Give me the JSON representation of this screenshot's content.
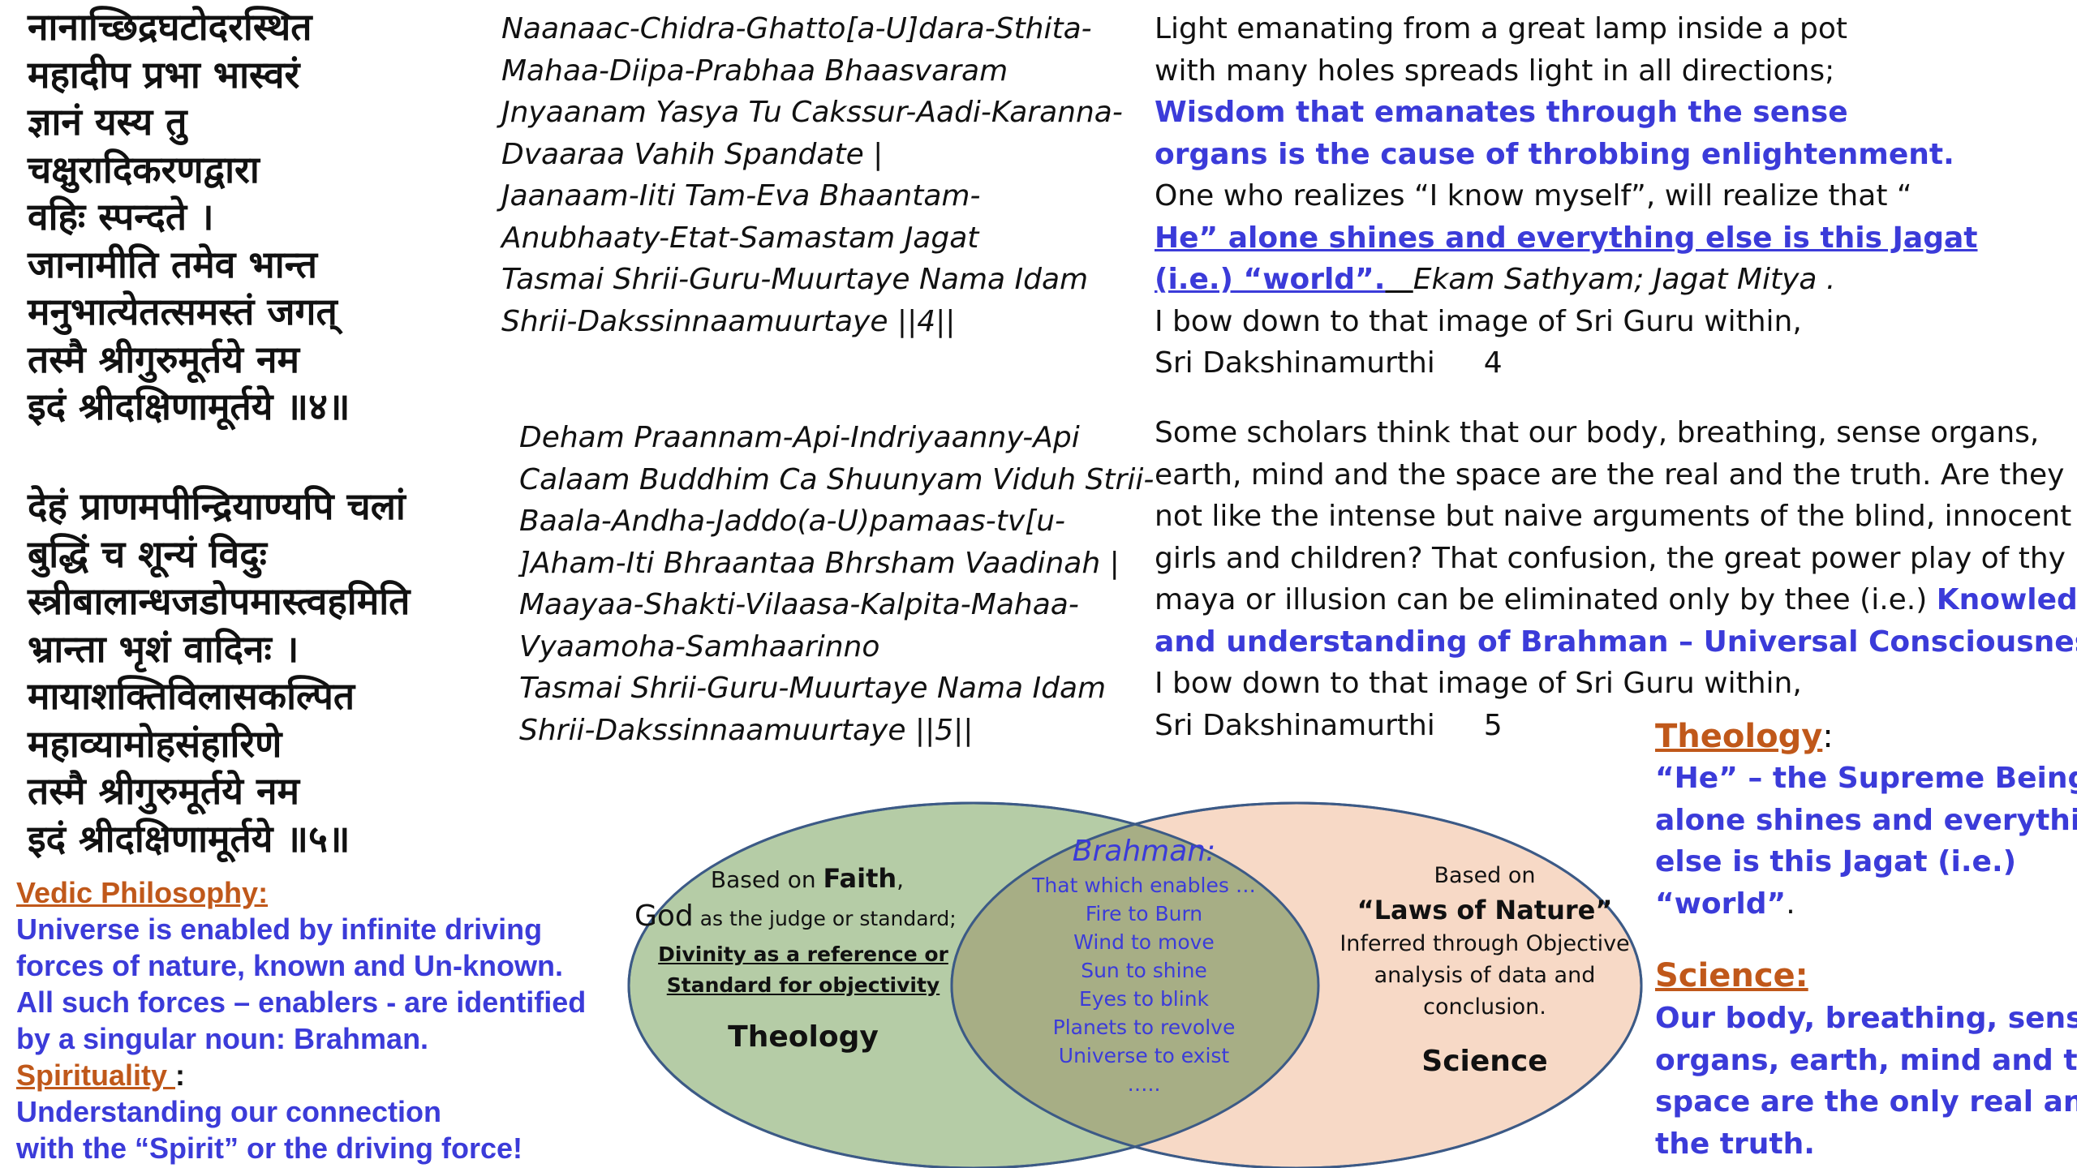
{
  "verse4": {
    "sanskrit": [
      "नानाच्छिद्रघटोदरस्थित",
      "महादीप प्रभा भास्वरं",
      "ज्ञानं यस्य तु",
      "चक्षुरादिकरणद्वारा",
      "वहिः स्पन्दते ।",
      "जानामीति तमेव भान्त",
      "मनुभात्येतत्समस्तं जगत्",
      "तस्मै श्रीगुरुमूर्तये नम",
      "इदं श्रीदक्षिणामूर्तये ॥४॥"
    ],
    "transliteration": [
      "Naanaac-Chidra-Ghatto[a-U]dara-Sthita-",
      "Mahaa-Diipa-Prabhaa Bhaasvaram",
      "Jnyaanam Yasya Tu Cakssur-Aadi-Karanna-",
      "Dvaaraa Vahih Spandate |",
      "Jaanaam-Iiti Tam-Eva Bhaantam-",
      "Anubhaaty-Etat-Samastam Jagat",
      "Tasmai Shrii-Guru-Muurtaye Nama Idam",
      "Shrii-Dakssinnaamuurtaye ||4||"
    ],
    "english": {
      "line1": "Light emanating from a great lamp inside a pot",
      "line2": "with many holes spreads light in all directions;",
      "bold1": "Wisdom that emanates through the sense",
      "bold2": "organs is the cause of throbbing enlightenment.",
      "line5": "One who realizes “I know myself”, will realize that “",
      "link1": "He” alone shines and everything else is this Jagat",
      "link2": "(i.e.) “world”.",
      "italic": "Ekam Sathyam; Jagat Mitya .",
      "bow": "I bow down to that image of Sri Guru within,",
      "sig": "Sri Dakshinamurthi",
      "num": "4"
    }
  },
  "verse5": {
    "sanskrit": [
      "देहं प्राणमपीन्द्रियाण्यपि चलां",
      "बुद्धिं च शून्यं विदुः",
      "स्त्रीबालान्धजडोपमास्त्वहमिति",
      "भ्रान्ता भृशं वादिनः ।",
      "मायाशक्तिविलासकल्पित",
      "महाव्यामोहसंहारिणे",
      "तस्मै श्रीगुरुमूर्तये नम",
      "इदं श्रीदक्षिणामूर्तये ॥५॥"
    ],
    "transliteration": [
      "Deham Praannam-Api-Indriyaanny-Api",
      "Calaam Buddhim Ca Shuunyam Viduh Strii-",
      "Baala-Andha-Jaddo(a-U)pamaas-tv[u-",
      "]Aham-Iti Bhraantaa Bhrsham Vaadinah |",
      "Maayaa-Shakti-Vilaasa-Kalpita-Mahaa-",
      "Vyaamoha-Samhaarinno",
      "Tasmai Shrii-Guru-Muurtaye Nama Idam",
      "Shrii-Dakssinnaamuurtaye ||5||"
    ],
    "english": {
      "lines": [
        "Some scholars think that our body, breathing, sense organs,",
        "earth, mind and the space are the real and the truth. Are they",
        "not like the intense but naive arguments of the blind, innocent",
        "girls and children? That confusion, the great power play of thy"
      ],
      "line5": "maya or illusion can be eliminated only by thee (i.e.)",
      "bold1": "Knowledge",
      "bold2": "and understanding of Brahman – Universal Consciousness",
      "period": ".",
      "bow": "I bow down to that image of Sri Guru within,",
      "sig": "Sri Dakshinamurthi",
      "num": "5"
    }
  },
  "vedic": {
    "heading": "Vedic Philosophy:",
    "lines": [
      "Universe is enabled by infinite driving",
      "forces of nature, known and Un-known.",
      "All such forces – enablers -  are identified",
      "by a singular noun: Brahman."
    ],
    "spirit_heading": "Spirituality ",
    "spirit_colon": ":",
    "spirit_lines": [
      "Understanding our connection",
      "with the “Spirit” or the driving force!"
    ]
  },
  "theology_note": {
    "heading": "Theology",
    "colon": ":",
    "lines": [
      "“He” – the Supreme Being",
      "alone shines and everything",
      "else is this Jagat (i.e.)"
    ],
    "last": "“world”",
    "last_period": "."
  },
  "science_note": {
    "heading": "Science:",
    "lines": [
      "Our body, breathing, sense",
      "organs, earth, mind and the",
      "space are the only real and",
      "the truth."
    ]
  },
  "venn": {
    "left": {
      "based_pre": "Based on ",
      "faith": "Faith",
      "faith_comma": ",",
      "god": "God",
      "judge": " as the judge or standard;",
      "div1": "Divinity as a reference or",
      "div2": "Standard for objectivity",
      "title": "Theology"
    },
    "center": {
      "title": "Brahman:",
      "items": [
        "That which enables …",
        "Fire to Burn",
        "Wind to move",
        "Sun to shine",
        "Eyes to blink",
        "Planets to revolve",
        "Universe to exist",
        "….."
      ]
    },
    "right": {
      "based": "Based on",
      "laws": "“Laws of Nature”",
      "lines": [
        "Inferred through Objective",
        "analysis of data and",
        "conclusion."
      ],
      "title": "Science"
    },
    "colors": {
      "left_fill": "#b5cca6",
      "right_fill": "#f7d9c6",
      "overlap_fill": "#a7ae85",
      "stroke": "#3c5a86"
    }
  }
}
